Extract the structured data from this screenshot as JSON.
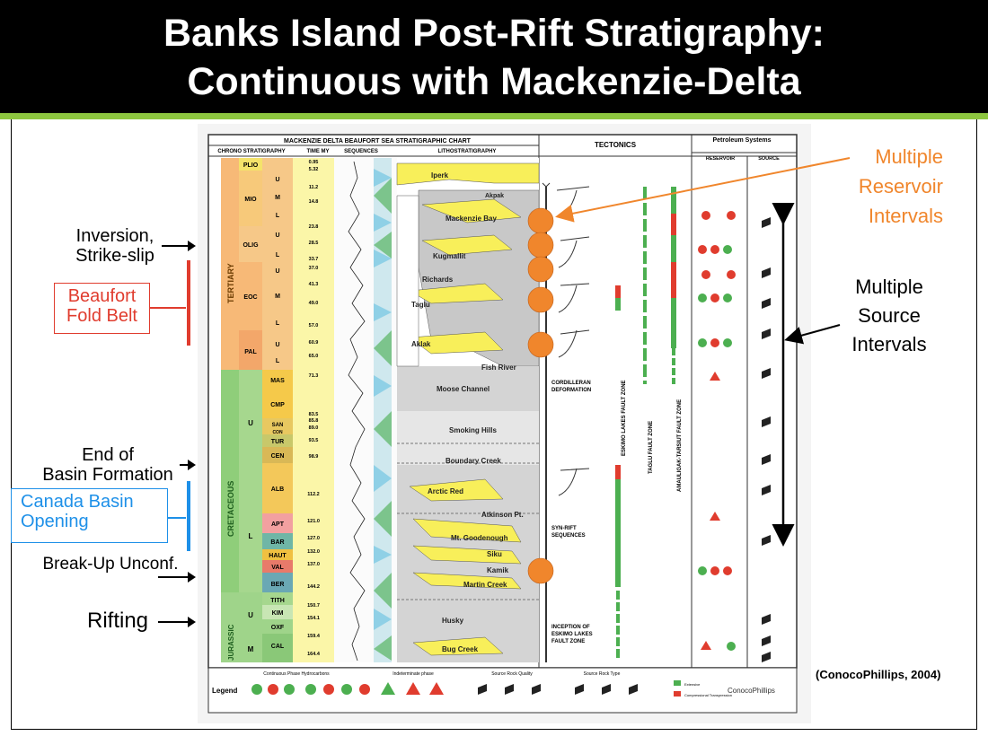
{
  "title": {
    "line1": "Banks Island Post-Rift Stratigraphy:",
    "line2": "Continuous with Mackenzie-Delta"
  },
  "left_annotations": {
    "inversion": [
      "Inversion,",
      "Strike-slip"
    ],
    "beaufort": [
      "Beaufort",
      "Fold Belt"
    ],
    "end_basin": [
      "End of",
      "Basin Formation"
    ],
    "canada_basin": [
      "Canada Basin",
      "Opening"
    ],
    "breakup": "Break-Up Unconf.",
    "rifting": "Rifting"
  },
  "right_annotations": {
    "reservoir": [
      "Multiple",
      "Reservoir",
      "Intervals"
    ],
    "source": [
      "Multiple",
      "Source",
      "Intervals"
    ]
  },
  "citation": "(ConocoPhillips, 2004)",
  "colors": {
    "orange": "#f0862c",
    "red": "#e03c2e",
    "blue": "#1e90e8",
    "green_rule": "#8dc63f"
  },
  "chart": {
    "header_title": "MACKENZIE DELTA BEAUFORT SEA STRATIGRAPHIC CHART",
    "col_chrono": "CHRONO STRATIGRAPHY",
    "col_time": "TIME MY",
    "col_sequences": "SEQUENCES",
    "col_litho": "LITHOSTRATIGRAPHY",
    "col_tectonics": "TECTONICS",
    "col_petroleum": "Petroleum Systems",
    "col_reservoir": "RESERVOIR",
    "col_source": "SOURCE",
    "periods": [
      "TERTIARY",
      "CRETACEOUS",
      "JURASSIC"
    ],
    "epochs": [
      "PLIO",
      "MIO",
      "OLIG",
      "EOC",
      "PAL",
      "U",
      "L",
      "U",
      "M"
    ],
    "subdivisions": [
      "U",
      "M",
      "L",
      "U",
      "L",
      "U",
      "M",
      "L",
      "U",
      "L"
    ],
    "stages": [
      "MAS",
      "CMP",
      "SAN",
      "CON",
      "TUR",
      "CEN",
      "ALB",
      "APT",
      "BAR",
      "HAUT",
      "VAL",
      "BER",
      "TITH",
      "KIM",
      "OXF",
      "CAL"
    ],
    "times": [
      "0.95",
      "5.32",
      "11.2",
      "14.8",
      "23.8",
      "28.5",
      "33.7",
      "37.0",
      "41.3",
      "49.0",
      "57.0",
      "60.9",
      "65.0",
      "71.3",
      "83.5",
      "85.8",
      "89.0",
      "93.5",
      "98.9",
      "112.2",
      "121.0",
      "127.0",
      "132.0",
      "137.0",
      "144.2",
      "150.7",
      "154.1",
      "159.4",
      "164.4"
    ],
    "formations": [
      "Iperk",
      "Akpak",
      "Mackenzie Bay",
      "Kugmallit",
      "Richards",
      "Taglu",
      "Aklak",
      "Fish River",
      "Moose Channel",
      "Smoking Hills",
      "Boundary Creek",
      "Arctic Red",
      "Atkinson Pt.",
      "Mt. Goodenough",
      "Siku",
      "Kamik",
      "Martin Creek",
      "Husky",
      "Bug Creek"
    ],
    "tectonic_labels": {
      "cordilleran": [
        "CORDILLERAN",
        "DEFORMATION"
      ],
      "synrift": [
        "SYN-RIFT",
        "SEQUENCES"
      ],
      "inception": [
        "INCEPTION OF",
        "ESKIMO LAKES",
        "FAULT ZONE"
      ]
    },
    "fault_zones": [
      "ESKIMO LAKES FAULT ZONE",
      "TAGLU FAULT ZONE",
      "AMAULIGAK-TARSIUT FAULT ZONE"
    ],
    "legend": {
      "label": "Legend",
      "group1": "Continuous Phase Hydrocarbons",
      "group2": "Indeterminate phase",
      "group3": "Source Rock Quality",
      "group4": "Source Rock Type",
      "extensive": "Extensive",
      "compression": "Compressional Transpression",
      "logo": "ConocoPhillips"
    }
  }
}
